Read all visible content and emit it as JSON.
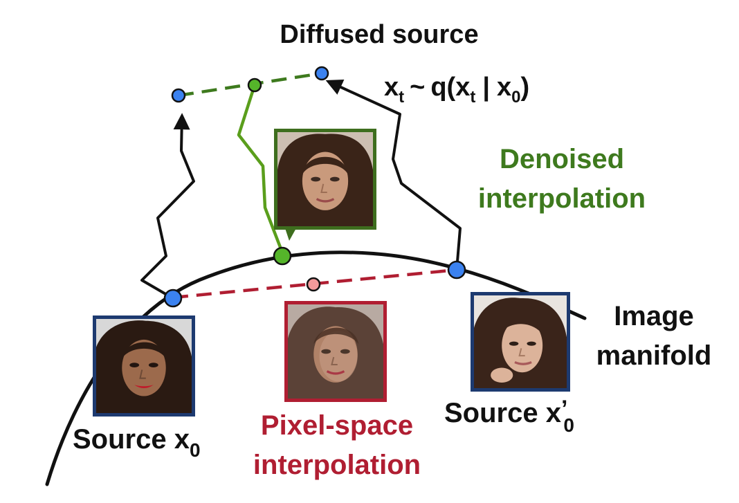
{
  "labels": {
    "diffused_title": "Diffused source",
    "diffused_formula": {
      "x": "x",
      "sub_t": "t",
      "tilde": "~",
      "q_open": "q(x",
      "sub_t2": "t",
      "bar": "|",
      "x0": "x",
      "sub_0": "0",
      "close": ")"
    },
    "denoised_line1": "Denoised",
    "denoised_line2": "interpolation",
    "manifold_line1": "Image",
    "manifold_line2": "manifold",
    "source_left": {
      "text": "Source x",
      "sub": "0"
    },
    "source_right": {
      "text": "Source x",
      "prime": "’",
      "sub": "0"
    },
    "pixel_line1": "Pixel-space",
    "pixel_line2": "interpolation"
  },
  "colors": {
    "black": "#111111",
    "blue_point": "#3b82f0",
    "green": "#3e7a1e",
    "green_line": "#5a9e1c",
    "green_point": "#55b52a",
    "red": "#b01e32",
    "red_point": "#f29a9a",
    "frame_blue": "#1d3a70",
    "frame_green": "#3e6e1e",
    "frame_red": "#b01e32"
  },
  "faces": {
    "denoised": {
      "frame": "green",
      "name": "denoised-face-image"
    },
    "source_left": {
      "frame": "blue",
      "name": "source-left-face-image"
    },
    "source_right": {
      "frame": "blue",
      "name": "source-right-face-image"
    },
    "pixel": {
      "frame": "red",
      "name": "pixel-space-face-image"
    }
  }
}
